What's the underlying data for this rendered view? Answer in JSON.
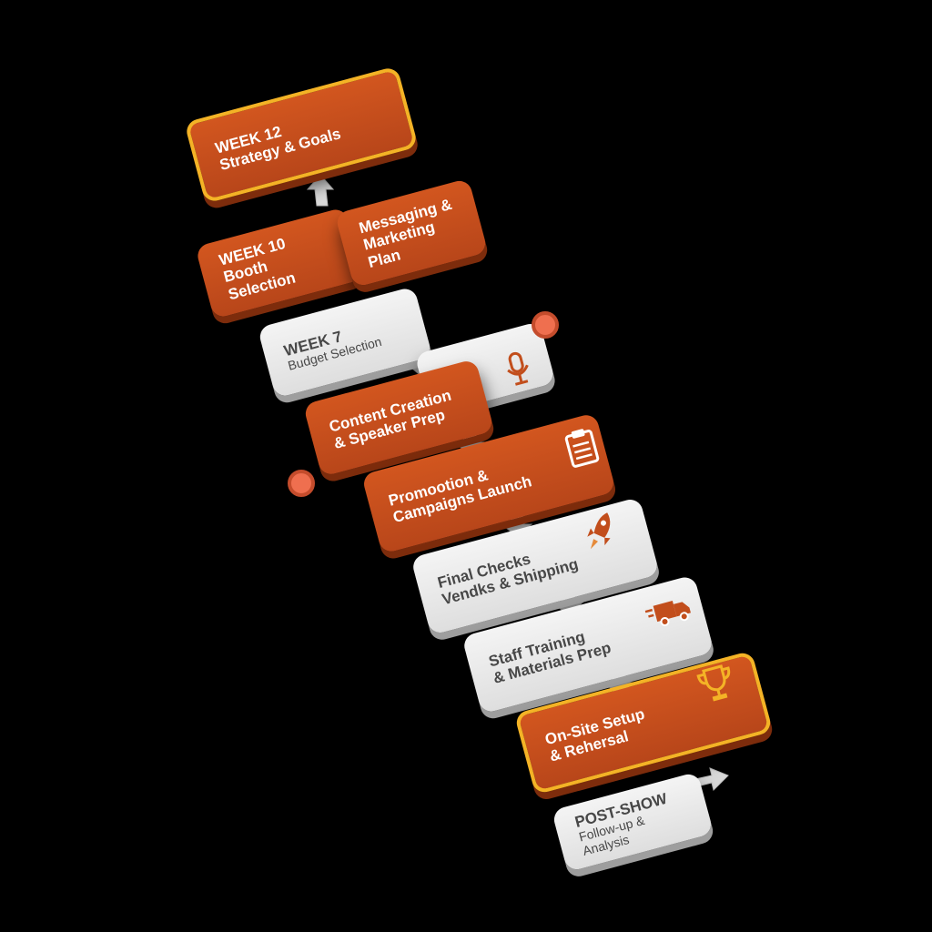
{
  "steps": [
    {
      "line1": "WEEK 12",
      "line2": "Strategy & Goals"
    },
    {
      "line1": "WEEK 10",
      "line2": "Booth Selection"
    },
    {
      "line1": "Messaging &",
      "line2": "Marketing Plan"
    },
    {
      "line1": "WEEK 7",
      "line2": "Budget Selection"
    },
    {
      "line1": "Content Creation",
      "line2": "& Speaker Prep"
    },
    {
      "line1": "Promootion &",
      "line2": "Campaigns Launch"
    },
    {
      "line1": "Final Checks",
      "line2": "Vendks & Shipping"
    },
    {
      "line1": "Staff Training",
      "line2": "& Materials Prep"
    },
    {
      "line1": "On-Site Setup",
      "line2": "& Rehersal"
    },
    {
      "line1": "POST-SHOW",
      "line2": "Follow-up & Analysis"
    }
  ],
  "icons": [
    "microphone-icon",
    "clipboard-icon",
    "rocket-icon",
    "truck-icon",
    "trophy-icon"
  ],
  "colors": {
    "orange": "#c24e1c",
    "gold": "#f4b326",
    "white": "#e9e9e9",
    "accent_dot": "#ef6f4f"
  }
}
